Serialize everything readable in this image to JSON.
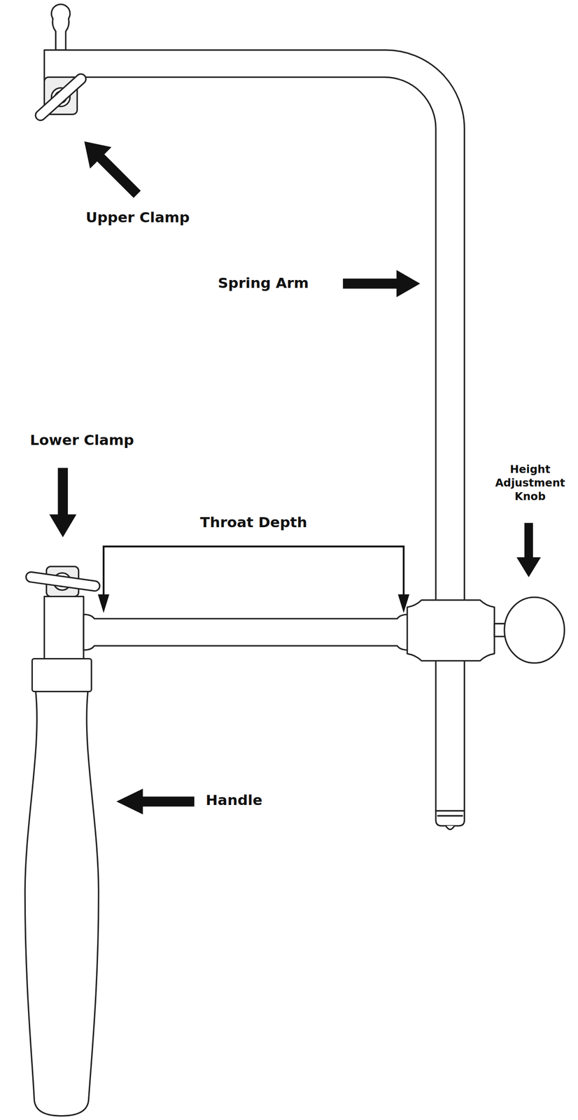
{
  "diagram": {
    "labels": [
      "Upper Clamp",
      "Spring Arm",
      "Lower Clamp",
      "Throat Depth",
      "Height Adjustment Knob",
      "Handle"
    ]
  }
}
